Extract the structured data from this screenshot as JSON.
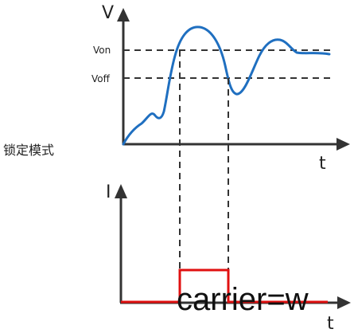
{
  "mode_label": "锁定模式",
  "top_plot": {
    "y_axis_label": "V",
    "x_axis_label": "t",
    "threshold_on_label": "Von",
    "threshold_off_label": "Voff",
    "curve_color": "#1f6fc0",
    "axis_color": "#333333",
    "dashed_color": "#333333"
  },
  "bottom_plot": {
    "y_axis_label": "I",
    "x_axis_label": "t",
    "pulse_color": "#e01010",
    "axis_color": "#333333"
  },
  "watermark_text": "carrier=w"
}
